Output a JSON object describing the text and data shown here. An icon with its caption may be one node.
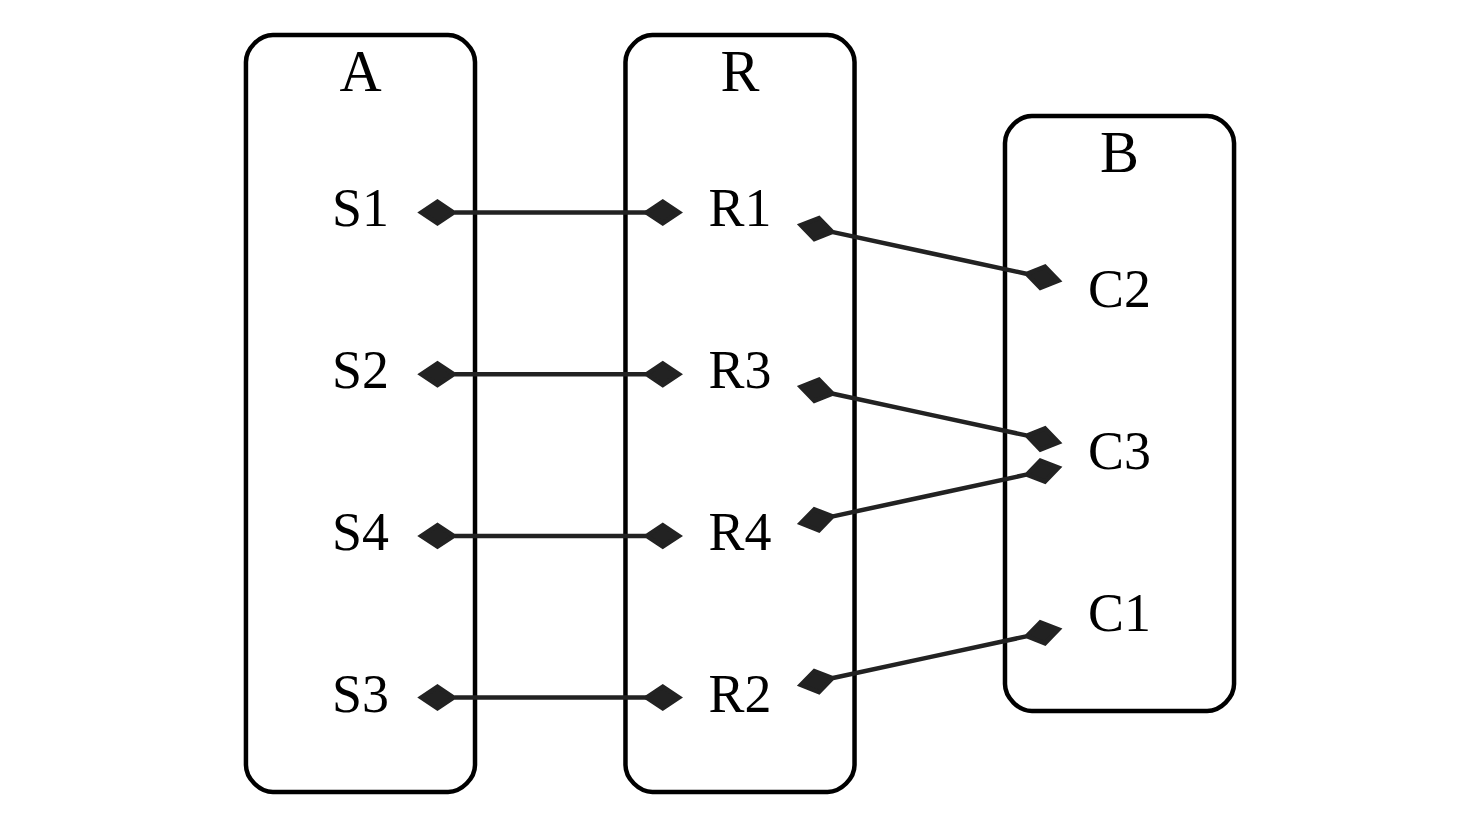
{
  "diagram": {
    "nodes": [
      {
        "text": [
          "A"
        ]
      },
      {
        "text": [
          "S1"
        ],
        "in": 0
      },
      {
        "text": [
          "S2"
        ],
        "in": 0
      },
      {
        "text": [
          "S3"
        ],
        "in": 0
      },
      {
        "text": [
          "S4"
        ],
        "in": 0
      },
      {
        "text": [
          "R"
        ]
      },
      {
        "text": [
          "R1"
        ],
        "in": 5
      },
      {
        "text": [
          "R2"
        ],
        "in": 5
      },
      {
        "text": [
          "R3"
        ],
        "in": 5
      },
      {
        "text": [
          "R4"
        ],
        "in": 5
      },
      {
        "text": [
          "B"
        ]
      },
      {
        "text": [
          "C1"
        ],
        "in": 10
      },
      {
        "text": [
          "C2"
        ],
        "in": 10
      },
      {
        "text": [
          "C3"
        ],
        "in": 10
      }
    ],
    "edges": [
      {
        "from": 1,
        "to": 6,
        "arrow": "other"
      },
      {
        "from": 6,
        "to": 12,
        "arrow": "other"
      },
      {
        "from": 7,
        "to": 11,
        "arrow": "other"
      },
      {
        "from": 3,
        "to": 7,
        "arrow": "other"
      },
      {
        "from": 2,
        "to": 8,
        "arrow": "other"
      },
      {
        "from": 8,
        "to": 13,
        "arrow": "other"
      },
      {
        "from": 4,
        "to": 9,
        "arrow": "other"
      },
      {
        "from": 9,
        "to": 13,
        "arrow": "other"
      }
    ]
  }
}
